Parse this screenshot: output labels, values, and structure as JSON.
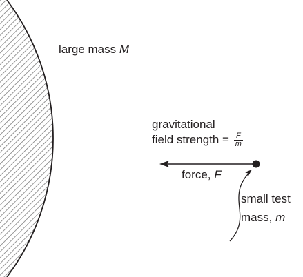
{
  "large_mass": {
    "text": "large mass ",
    "symbol": "M"
  },
  "field_strength": {
    "line1": "gravitational",
    "line2": "field strength = ",
    "numerator": "F",
    "denominator": "m"
  },
  "force": {
    "text": "force, ",
    "symbol": "F"
  },
  "test_mass": {
    "line1": "small test",
    "line2": "mass, ",
    "symbol": "m"
  },
  "colors": {
    "outline": "#231f20",
    "hatch": "#7a7a7a"
  }
}
